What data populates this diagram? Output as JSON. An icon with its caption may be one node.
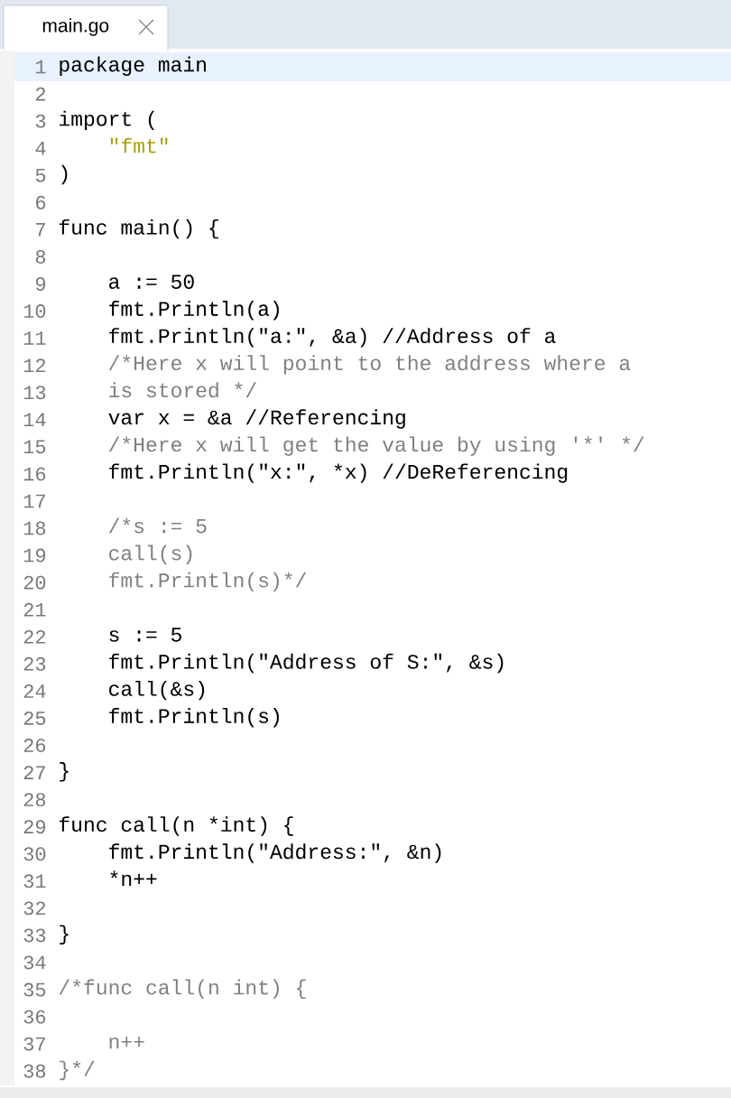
{
  "diagram": {
    "labels": [
      "main.go",
      "1",
      "package main",
      "2",
      "3",
      "import (",
      "4",
      "\"fmt\"",
      "5",
      ")",
      "6",
      "7",
      "func main() {",
      "8",
      "9",
      "a := 50",
      "10",
      "fmt.Println(a)",
      "11",
      "fmt.Println(\"a:\", &a) //Address of a",
      "12",
      "/*Here x will point to the address where a",
      "13",
      "is stored */",
      "14",
      "var x = &a //Referencing",
      "15",
      "/*Here x will get the value by using",
      "'*'",
      "*/",
      "16",
      "fmt.Println(\"x:\", *x) //DeReferencing",
      "17",
      "18",
      "/*s := 5",
      "19",
      "call(s)",
      "20",
      "fmt.Println(s)*/",
      "21",
      "22",
      "s := 5",
      "23",
      "fmt.Println(\"Address of S:\", &s)",
      "24",
      "call(&s)",
      "25",
      "fmt.Println(s)",
      "26",
      "27",
      "}",
      "28",
      "29",
      "func call(n *int) {",
      "30",
      "fmt.Println(\"Address:\", &n)",
      "31",
      "*n++",
      "32",
      "33",
      "}",
      "34",
      "35",
      "/*func call(n int) {",
      "36",
      "37",
      "n++",
      "38",
      "}*/"
    ]
  }
}
